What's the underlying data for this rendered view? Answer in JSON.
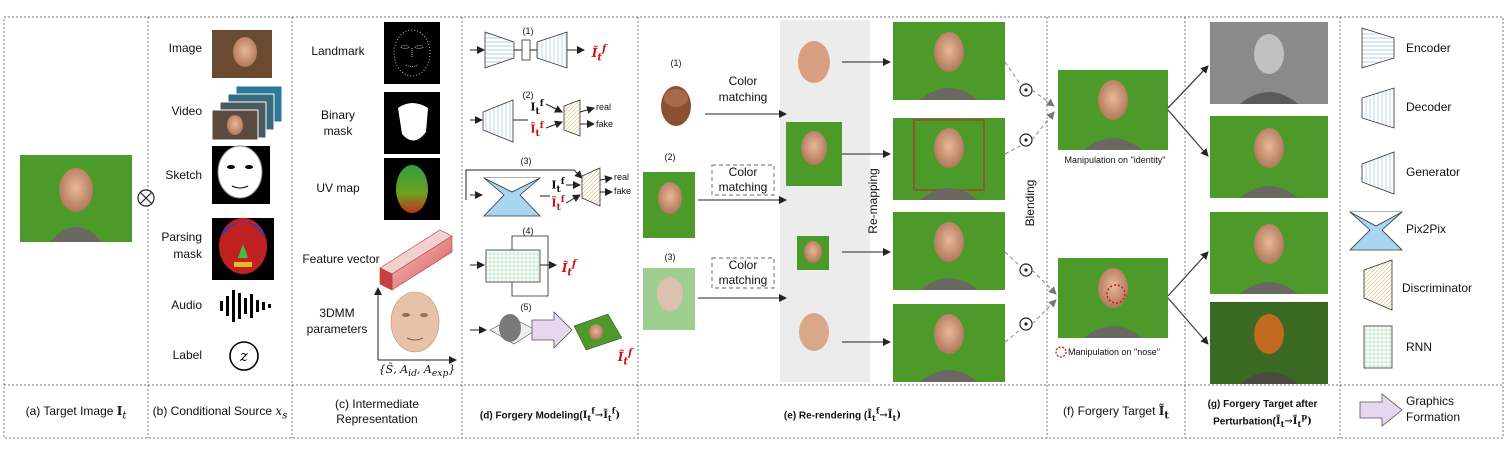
{
  "captions": {
    "a": "(a) Target Image ",
    "a_math": "I",
    "a_sub": "t",
    "b": "(b) Conditional Source ",
    "b_math": "x",
    "b_sub": "s",
    "c_line1": "(c) Intermediate",
    "c_line2": "Representation",
    "d": "(d) Forgery Modeling(",
    "e": "(e) Re-rendering (",
    "f": "(f) Forgery Target ",
    "g_line1": "(g) Forgery Target after",
    "g_line2": "Perturbation("
  },
  "conditional_sources": [
    "Image",
    "Video",
    "Sketch",
    "Parsing",
    "mask",
    "Audio",
    "Label"
  ],
  "intermediate": {
    "landmark": "Landmark",
    "binary_1": "Binary",
    "binary_2": "mask",
    "uv": "UV map",
    "feature": "Feature vector",
    "tdmm_1": "3DMM",
    "tdmm_2": "parameters",
    "tdmm_formula": "{S̄, A",
    "tdmm_id": "id",
    "tdmm_exp": "exp"
  },
  "modeling": {
    "n1": "(1)",
    "n2": "(2)",
    "n3": "(3)",
    "n4": "(4)",
    "n5": "(5)",
    "real": "real",
    "fake": "fake"
  },
  "rerendering": {
    "n1": "(1)",
    "n2": "(2)",
    "n3": "(3)",
    "color_1": "Color",
    "color_2": "matching",
    "remapping": "Re-mapping",
    "blending": "Blending"
  },
  "forgery": {
    "identity": "Manipulation on \"identity\"",
    "nose": "Manipulation on \"nose\""
  },
  "legend": [
    "Encoder",
    "Decoder",
    "Generator",
    "Pix2Pix",
    "Discriminator",
    "RNN",
    "Graphics",
    "Formation"
  ],
  "colors": {
    "green_bg": "#4c9a2a",
    "encoder": "#cfe6f5",
    "pix2pix": "#9fd0ef",
    "discriminator": "#f7e6bf",
    "rnn": "#dff2e6",
    "graphics": "#e6d6f0",
    "feature_red": "#e06060",
    "label_red": "#d01010"
  }
}
